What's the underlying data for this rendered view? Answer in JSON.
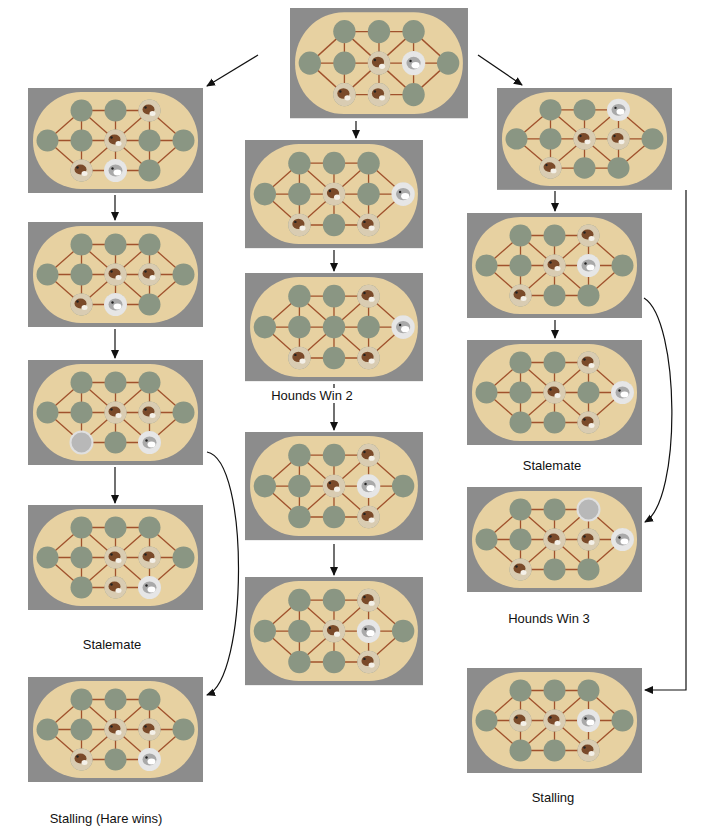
{
  "diagram": {
    "labels": [
      "Hounds Win 2",
      "Stalemate",
      "Stalemate",
      "Hounds Win 3",
      "Stalling (Hare wins)",
      "Stalling"
    ]
  }
}
